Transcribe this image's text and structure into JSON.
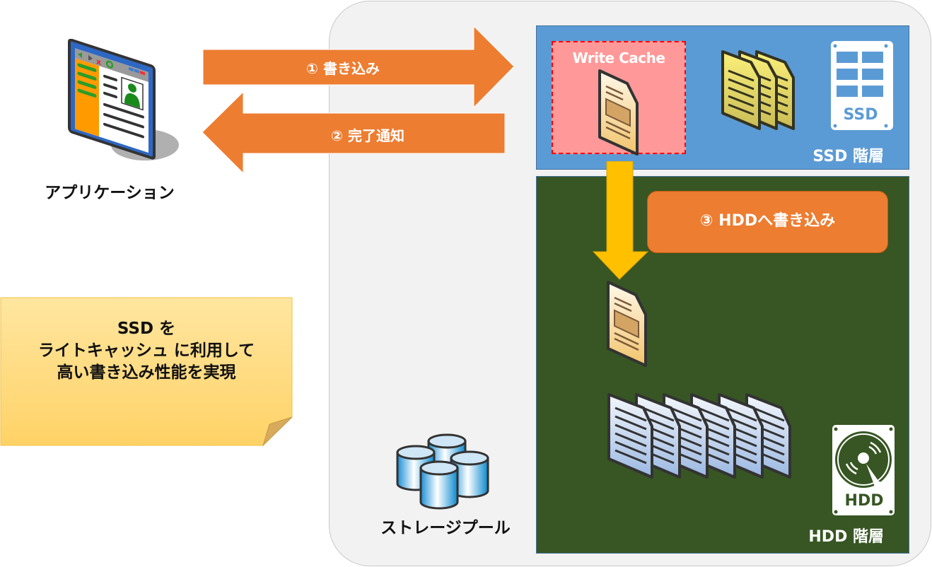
{
  "application": {
    "label": "アプリケーション",
    "icon": "application-window-icon"
  },
  "arrows": {
    "write": {
      "label": "① 書き込み",
      "color": "#ed7d31",
      "direction": "right"
    },
    "complete": {
      "label": "② 完了通知",
      "color": "#ed7d31",
      "direction": "left"
    },
    "to_hdd": {
      "label": "③ HDDへ書き込み",
      "color": "#ffc000",
      "direction": "down"
    }
  },
  "storage_pool": {
    "label": "ストレージプール",
    "icon": "storage-pool-icon",
    "background": "#f2f2f2"
  },
  "ssd_tier": {
    "label": "SSD 階層",
    "color": "#5b9bd5",
    "write_cache": {
      "label": "Write Cache",
      "color": "#ff9999"
    },
    "device_label": "SSD",
    "file_count": 3
  },
  "hdd_tier": {
    "label": "HDD 階層",
    "color": "#375623",
    "device_label": "HDD",
    "file_count": 6
  },
  "note": {
    "lines": [
      "SSD を",
      "ライトキャッシュ に利用して",
      "高い書き込み性能を実現"
    ],
    "color": "#ffd966"
  }
}
